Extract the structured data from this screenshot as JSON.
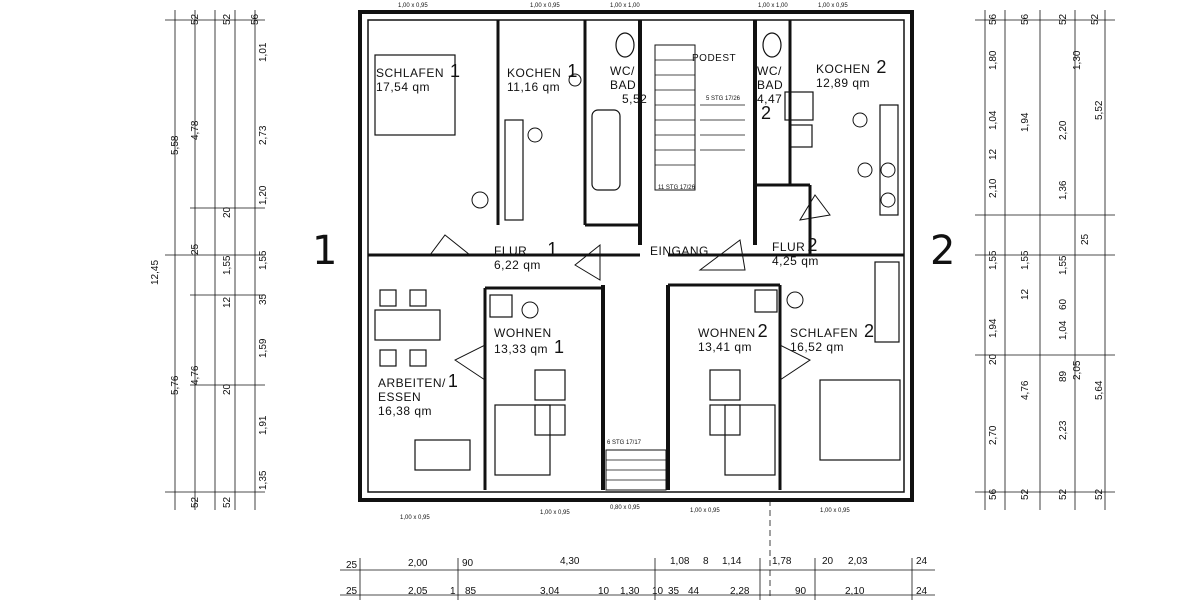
{
  "apartments": {
    "left": "1",
    "right": "2"
  },
  "rooms": {
    "schlafen1": {
      "name": "SCHLAFEN",
      "num": "1",
      "area": "17,54 qm"
    },
    "kochen1": {
      "name": "KOCHEN",
      "num": "1",
      "area": "11,16 qm"
    },
    "wc1": {
      "name": "WC/",
      "name2": "BAD",
      "area": "5,52"
    },
    "podest": {
      "name": "PODEST"
    },
    "wc2": {
      "name": "WC/",
      "name2": "BAD",
      "area": "4,47",
      "num": "2"
    },
    "kochen2": {
      "name": "KOCHEN",
      "num": "2",
      "area": "12,89 qm"
    },
    "flur1": {
      "name": "FLUR",
      "num": "1",
      "area": "6,22 qm"
    },
    "eingang": {
      "name": "EINGANG"
    },
    "flur2": {
      "name": "FLUR",
      "num": "2",
      "area": "4,25 qm"
    },
    "wohnen1": {
      "name": "WOHNEN",
      "num": "1",
      "area": "13,33 qm"
    },
    "arbeiten1": {
      "name": "ARBEITEN/",
      "name2": "ESSEN",
      "num": "1",
      "area": "16,38 qm"
    },
    "wohnen2": {
      "name": "WOHNEN",
      "num": "2",
      "area": "13,41 qm"
    },
    "schlafen2": {
      "name": "SCHLAFEN",
      "num": "2",
      "area": "16,52 qm"
    }
  },
  "stair_notes": {
    "upper": "5 STG 17/26",
    "lower": "11 STG 17/26",
    "entry": "6 STG 17/17"
  },
  "left_dims": {
    "total": "12,45",
    "c1": [
      "5,58",
      "5,76"
    ],
    "c2": [
      "4,78",
      "25",
      "4,76"
    ],
    "c3": [
      "52",
      "20",
      "1,55",
      "12",
      "20",
      "52"
    ],
    "c4": [
      "52",
      "2,73",
      "1,20",
      "1,55",
      "35",
      "1,59",
      "1,91",
      "52"
    ],
    "c5": [
      "56",
      "1,01",
      "1,35"
    ]
  },
  "right_dims": {
    "c1": [
      "56",
      "1,80",
      "1,04",
      "12",
      "2,10",
      "1,55",
      "12",
      "20",
      "1,94",
      "2,70",
      "56"
    ],
    "c2": [
      "56",
      "1,94",
      "1,55",
      "4,76",
      "52"
    ],
    "c3": [
      "52",
      "2,20",
      "1,36",
      "1,55",
      "60",
      "1,04",
      "89",
      "2,23",
      "52"
    ],
    "c4": [
      "1,30",
      "2,05",
      "25"
    ],
    "c5": [
      "52",
      "5,52",
      "5,64",
      "52"
    ]
  },
  "bottom_dims": {
    "row1": [
      "25",
      "2,00",
      "90",
      "4,30",
      "1,08",
      "8",
      "1,14",
      "1,78",
      "20",
      "2,03",
      "24"
    ],
    "row2": [
      "25",
      "2,05",
      "1",
      "85",
      "3,04",
      "10",
      "1,30",
      "10",
      "35",
      "44",
      "2,28",
      "90",
      "2,10",
      "24"
    ]
  },
  "window_marks": [
    "1,00 x 0,95",
    "1,00 x 0,95",
    "1,00 x 1,00",
    "1,00 x 1,00",
    "1,00 x 0,95",
    "1,00 x 0,95",
    "1,00 x 0,95",
    "0,80 x 0,95",
    "1,00 x 0,95",
    "1,00 x 0,95"
  ]
}
